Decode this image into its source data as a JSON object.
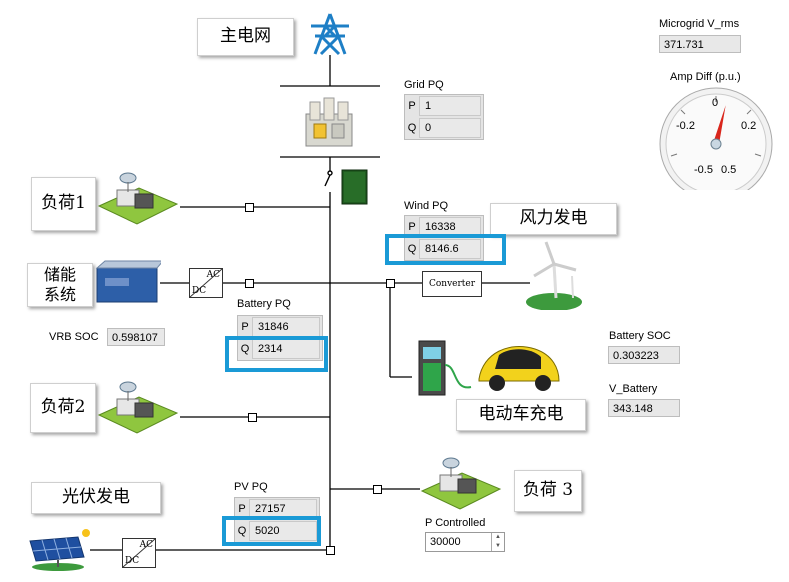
{
  "labels": {
    "main_grid": "主电网",
    "load1": "负荷1",
    "storage": "储能\n系统",
    "load2": "负荷2",
    "pv_gen": "光伏发电",
    "wind_gen": "风力发电",
    "ev_charge": "电动车充电",
    "load3": "负荷 3"
  },
  "grid_pq": {
    "title": "Grid PQ",
    "p_key": "P",
    "p": "1",
    "q_key": "Q",
    "q": "0"
  },
  "wind_pq": {
    "title": "Wind PQ",
    "p_key": "P",
    "p": "16338",
    "q_key": "Q",
    "q": "8146.6"
  },
  "battery_pq": {
    "title": "Battery PQ",
    "p_key": "P",
    "p": "31846",
    "q_key": "Q",
    "q": "2314"
  },
  "pv_pq": {
    "title": "PV PQ",
    "p_key": "P",
    "p": "27157",
    "q_key": "Q",
    "q": "5020"
  },
  "vrb_soc": {
    "label": "VRB SOC",
    "value": "0.598107"
  },
  "microgrid_vrms": {
    "label": "Microgrid V_rms",
    "value": "371.731"
  },
  "amp_diff": {
    "label": "Amp Diff (p.u.)",
    "ticks": [
      "0",
      "-0.2",
      "0.2",
      "-0.5",
      "0.5"
    ],
    "value": 0.05
  },
  "battery_soc": {
    "label": "Battery SOC",
    "value": "0.303223"
  },
  "v_battery": {
    "label": "V_Battery",
    "value": "343.148"
  },
  "p_controlled": {
    "label": "P Controlled",
    "value": "30000"
  },
  "converter": {
    "label": "Converter"
  },
  "acdc": {
    "ac": "AC",
    "dc": "DC"
  },
  "colors": {
    "highlight": "#1a9ad6",
    "needle": "#d9261c",
    "tower": "#1e7fc6"
  }
}
